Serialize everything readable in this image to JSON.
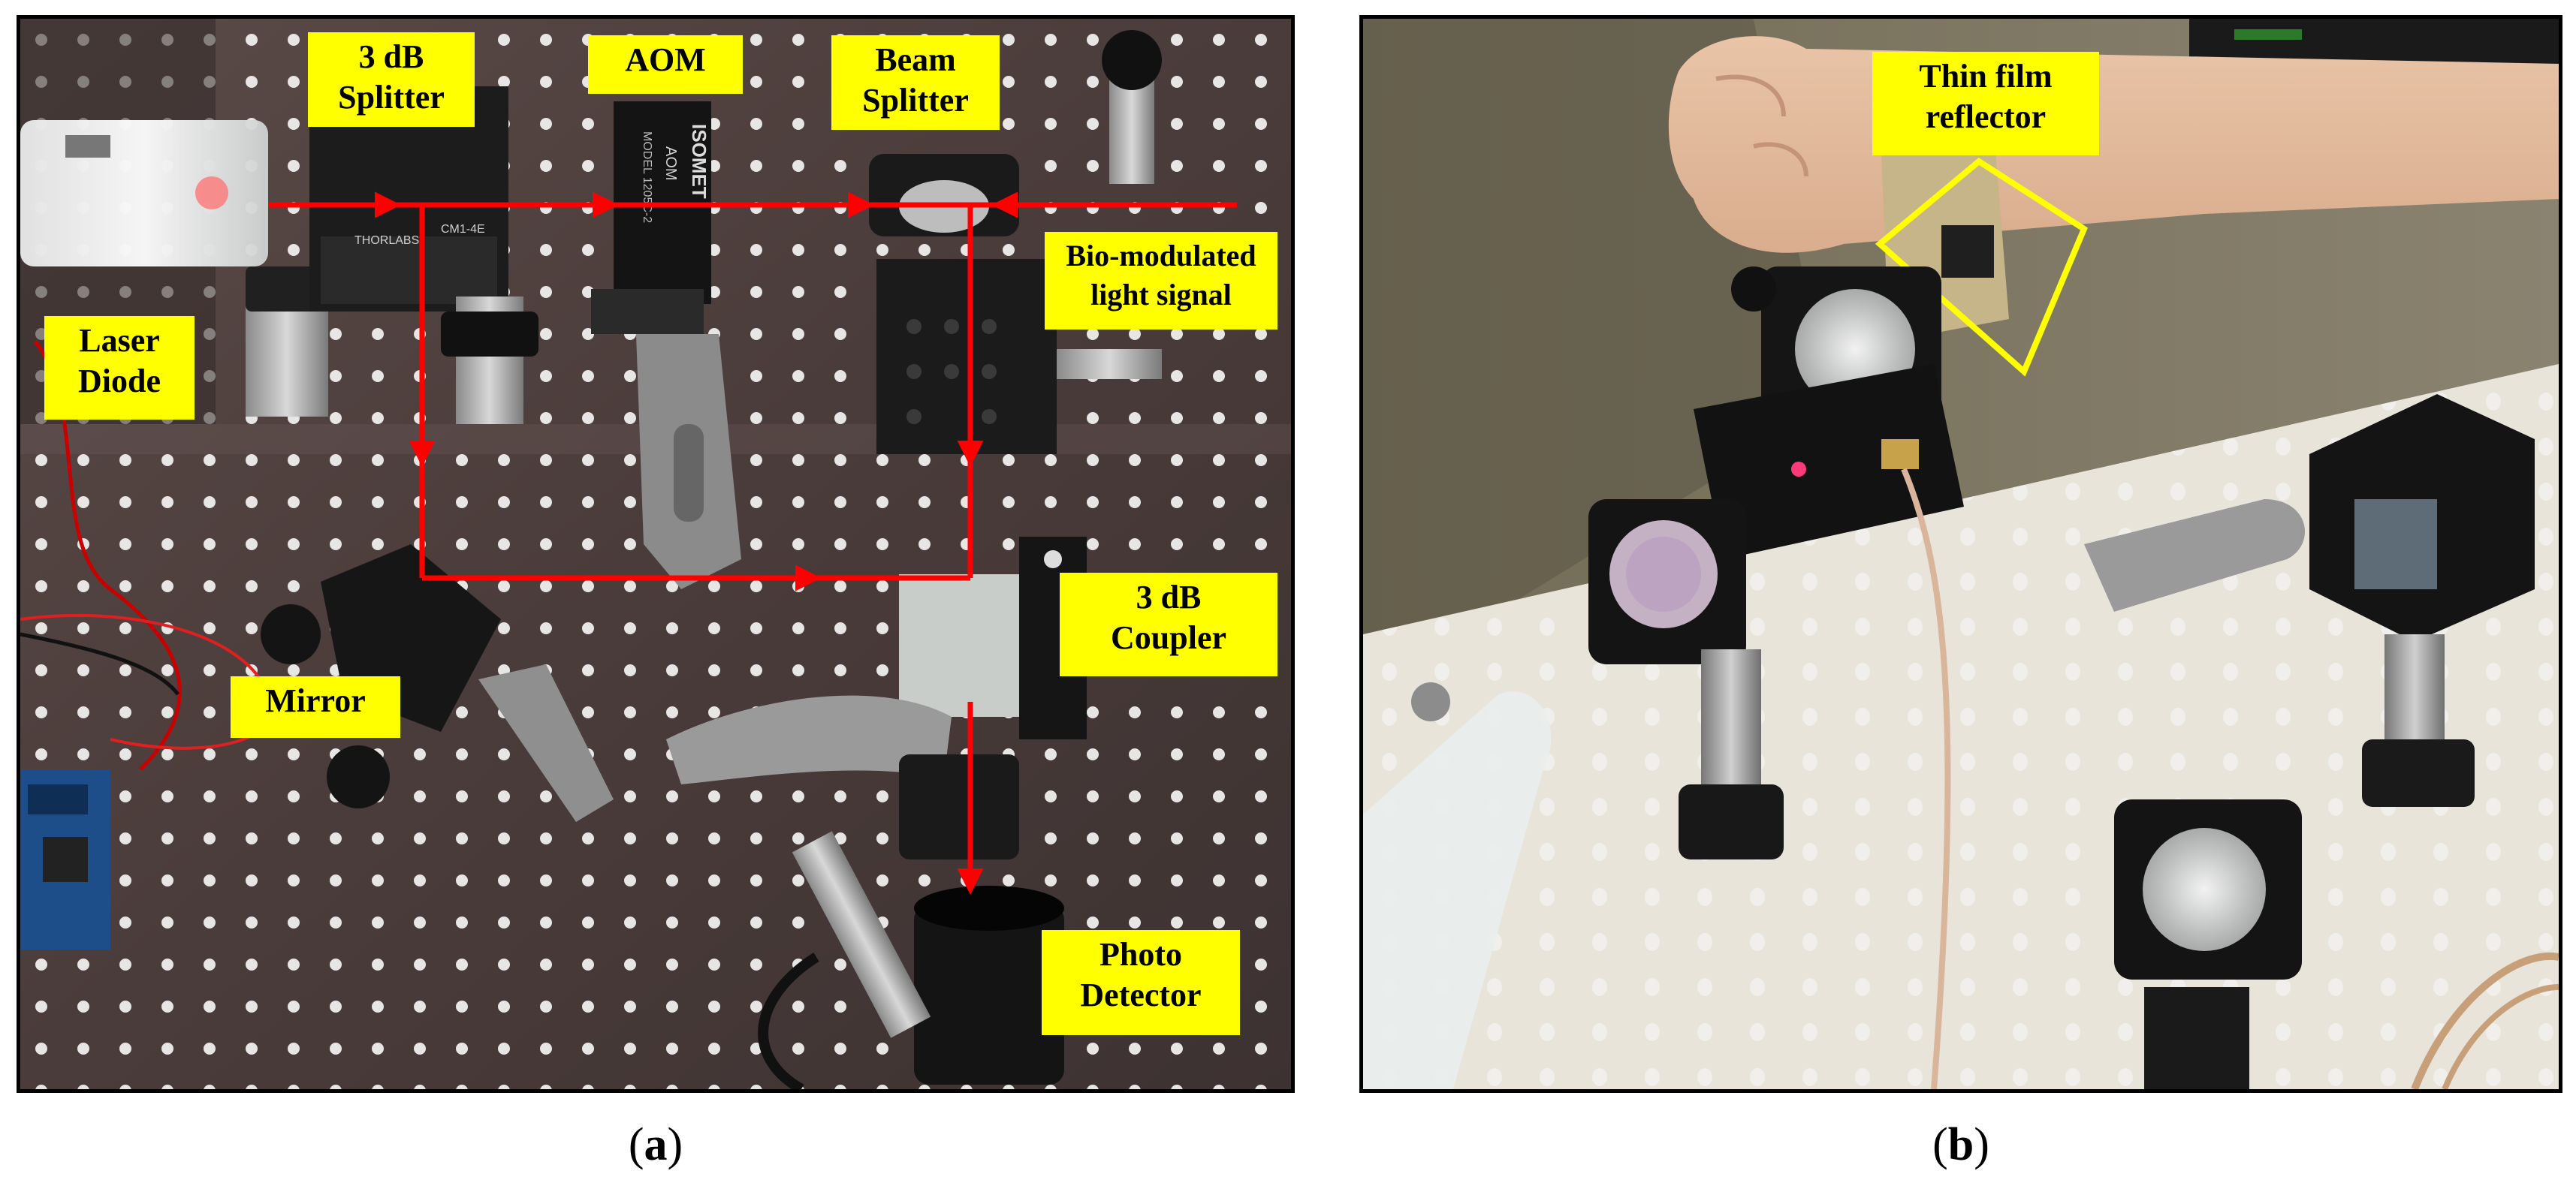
{
  "panel_a": {
    "labels": {
      "splitter": "3 dB\nSplitter",
      "aom": "AOM",
      "beam_splitter": "Beam\nSplitter",
      "bio_signal": "Bio-modulated\nlight signal",
      "laser_diode": "Laser\nDiode",
      "coupler": "3 dB\nCoupler",
      "mirror": "Mirror",
      "photo_detector": "Photo\nDetector"
    },
    "component_text": {
      "aom_brand": "ISOMET",
      "aom_type": "AOM",
      "aom_model": "MODEL 1205C-2",
      "thorlabs": "THORLABS",
      "cm1": "CM1-4E"
    },
    "caption_letter": "a"
  },
  "panel_b": {
    "labels": {
      "thin_film": "Thin film\nreflector"
    },
    "caption_letter": "b"
  },
  "colors": {
    "label_bg": "#ffff00",
    "beam": "#ff0000",
    "frame": "#000000",
    "highlight": "#ffff00"
  }
}
